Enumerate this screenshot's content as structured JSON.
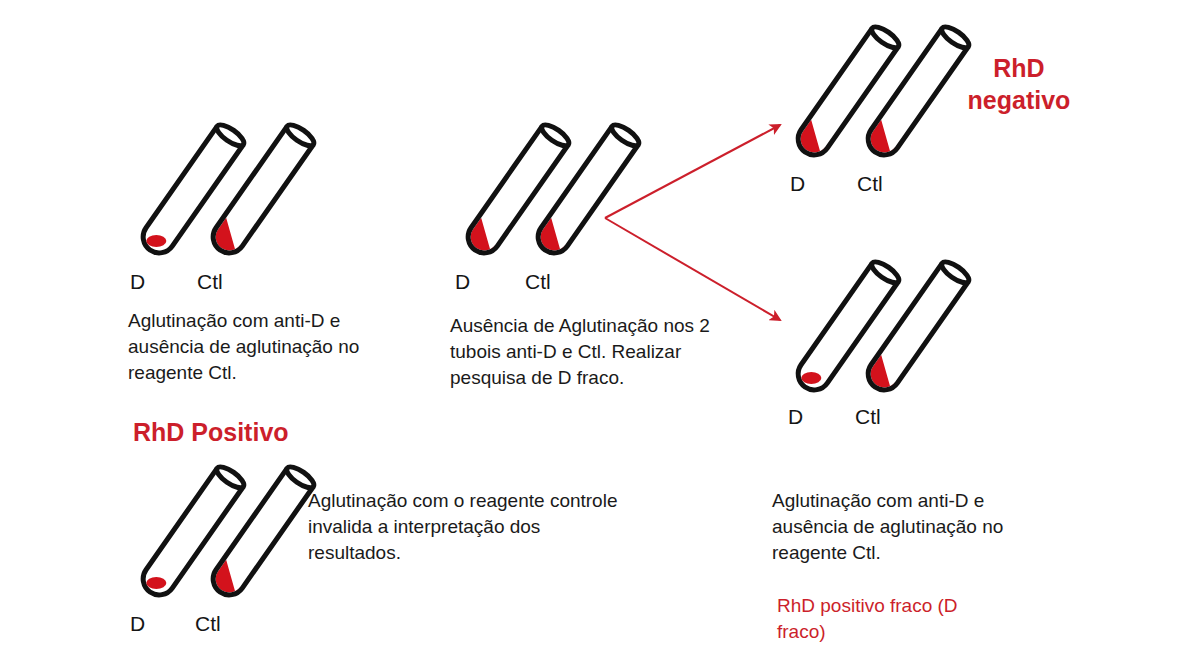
{
  "diagram": {
    "nodes": [
      {
        "text": [
          "D",
          "Ctl",
          "Aglutinação com anti-D e ausência de aglutinação no reagente Ctl.",
          "RhD Positivo"
        ]
      },
      {
        "text": [
          "D",
          "Ctl",
          "Ausência de Aglutinação nos 2 tubois anti-D e Ctl. Realizar pesquisa de D fraco."
        ]
      },
      {
        "text": [
          "D",
          "Ctl",
          "RhD negativo"
        ]
      },
      {
        "text": [
          "D",
          "Ctl",
          "Aglutinação com anti-D e ausência de aglutinação no reagente Ctl.",
          "RhD positivo fraco (D fraco)"
        ]
      },
      {
        "text": [
          "D",
          "Ctl",
          "Aglutinação com o reagente controle invalida a interpretação dos resultados."
        ]
      }
    ],
    "edges": [
      {
        "from": 1,
        "to": 2,
        "arrow": "to"
      },
      {
        "from": 1,
        "to": 3,
        "arrow": "to"
      }
    ]
  }
}
